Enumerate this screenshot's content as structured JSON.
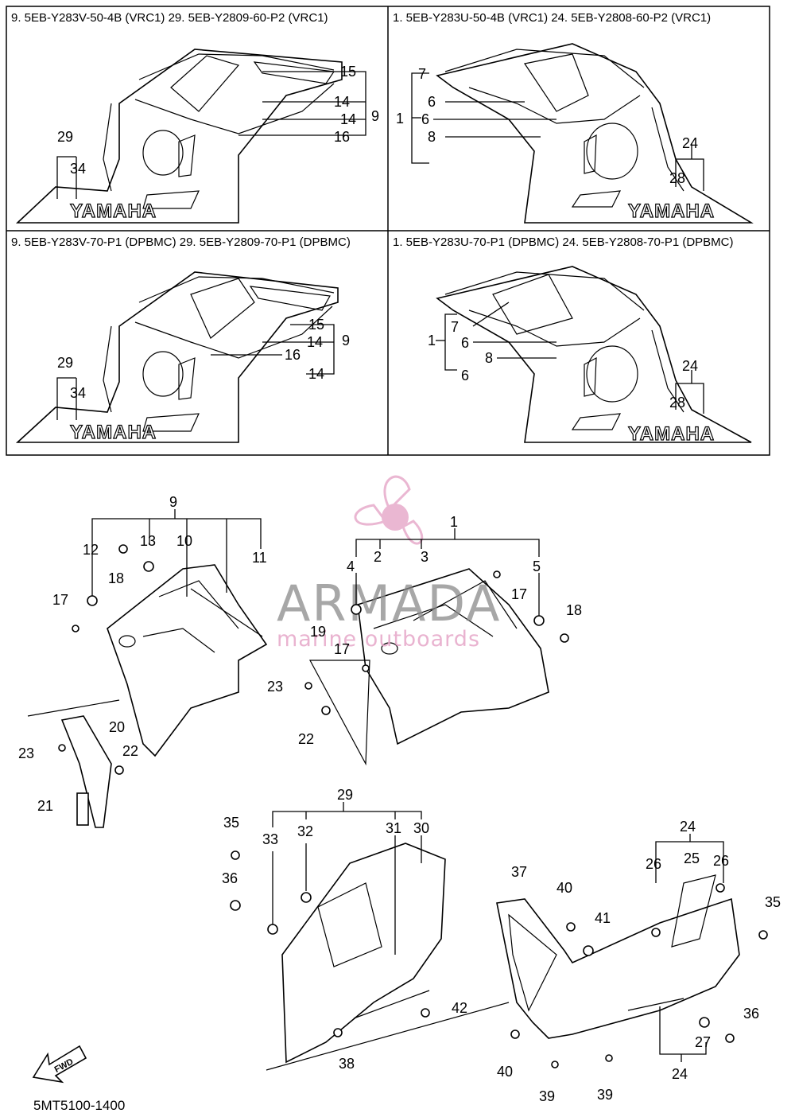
{
  "panels": [
    {
      "title": "9. 5EB-Y283V-50-4B (VRC1)  29. 5EB-Y2809-60-P2 (VRC1)"
    },
    {
      "title": "1. 5EB-Y283U-50-4B (VRC1)  24. 5EB-Y2808-60-P2 (VRC1)"
    },
    {
      "title": "9. 5EB-Y283V-70-P1 (DPBMC)  29. 5EB-Y2809-70-P1 (DPBMC)"
    },
    {
      "title": "1. 5EB-Y283U-70-P1 (DPBMC)  24. 5EB-Y2808-70-P1 (DPBMC)"
    }
  ],
  "brand_text": "YAMAHA",
  "watermark": {
    "name": "ARMADA",
    "tagline": "marine outboards"
  },
  "fwd_label": "FWD",
  "diagram_ref": "5MT5100-1400",
  "callouts": {
    "p1": [
      "29",
      "34",
      "15",
      "14",
      "14",
      "16",
      "9"
    ],
    "p2": [
      "7",
      "6",
      "1",
      "6",
      "8",
      "24",
      "28"
    ],
    "p3": [
      "29",
      "34",
      "15",
      "14",
      "16",
      "14",
      "9"
    ],
    "p4": [
      "1",
      "7",
      "6",
      "8",
      "6",
      "24",
      "28"
    ],
    "main": [
      "9",
      "12",
      "13",
      "10",
      "11",
      "18",
      "17",
      "1",
      "4",
      "2",
      "3",
      "5",
      "17",
      "18",
      "19",
      "17",
      "23",
      "22",
      "20",
      "23",
      "22",
      "21",
      "29",
      "35",
      "33",
      "32",
      "31",
      "30",
      "36",
      "42",
      "38",
      "37",
      "40",
      "41",
      "24",
      "26",
      "25",
      "26",
      "35",
      "40",
      "39",
      "39",
      "27",
      "36",
      "24"
    ]
  }
}
